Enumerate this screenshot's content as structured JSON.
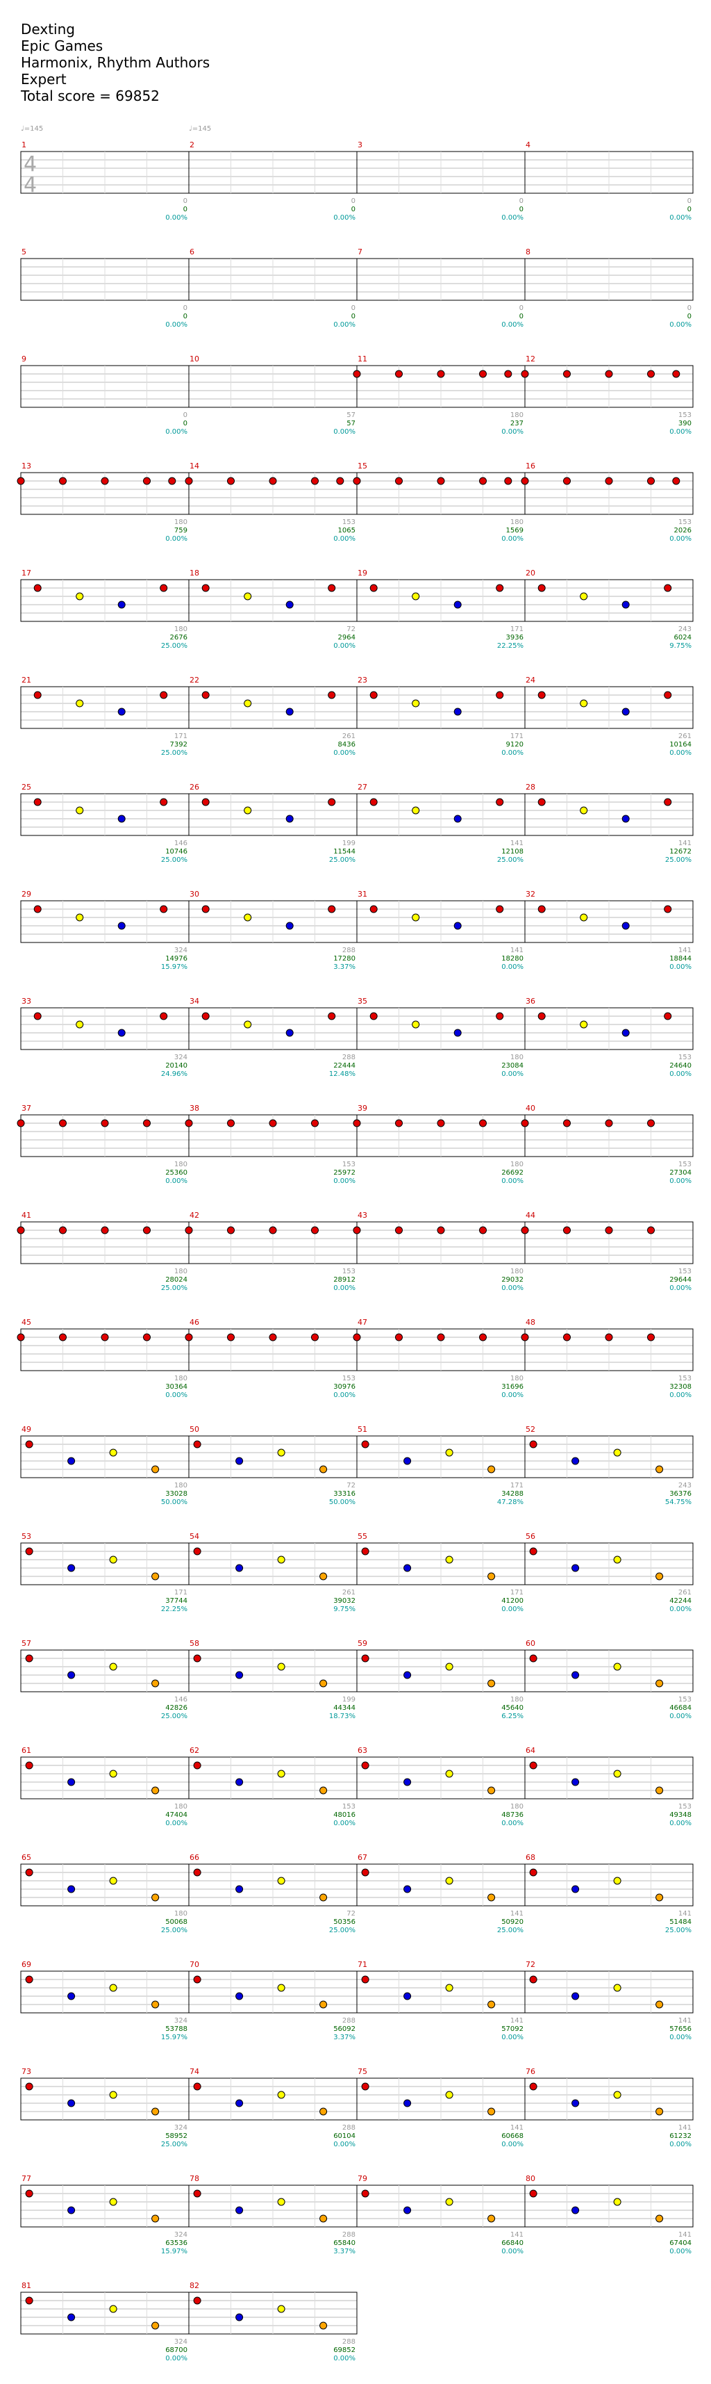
{
  "song": {
    "title": "Dexting",
    "artist": "Epic Games",
    "authors": "Harmonix, Rhythm Authors",
    "difficulty": "Expert",
    "total_score": "Total score = 69852"
  },
  "tempo_marks": [
    {
      "measure": 1,
      "label": "♩=145"
    },
    {
      "measure": 2,
      "label": "♩=145"
    }
  ],
  "time_signature": {
    "top": "4",
    "bottom": "4"
  },
  "colors": {
    "red": "#e00000",
    "yellow": "#ffff00",
    "blue": "#0000dd",
    "orange": "#ffa500",
    "green": "#22dd22",
    "measure_num": "#cc0000",
    "score_text": "#006600",
    "pct_text": "#009999",
    "small_text": "#999999",
    "overdrive": "#c8f5c0",
    "unison": "#c8c8ff"
  },
  "measures": [
    {
      "n": 1,
      "a": "0",
      "b": "0",
      "c": "0.00%"
    },
    {
      "n": 2,
      "a": "0",
      "b": "0",
      "c": "0.00%"
    },
    {
      "n": 3,
      "a": "0",
      "b": "0",
      "c": "0.00%"
    },
    {
      "n": 4,
      "a": "0",
      "b": "0",
      "c": "0.00%"
    },
    {
      "n": 5,
      "a": "0",
      "b": "0",
      "c": "0.00%"
    },
    {
      "n": 6,
      "a": "0",
      "b": "0",
      "c": "0.00%"
    },
    {
      "n": 7,
      "a": "0",
      "b": "0",
      "c": "0.00%"
    },
    {
      "n": 8,
      "a": "0",
      "b": "0",
      "c": "0.00%"
    },
    {
      "n": 9,
      "a": "0",
      "b": "0",
      "c": "0.00%"
    },
    {
      "n": 10,
      "a": "57",
      "b": "57",
      "c": "0.00%"
    },
    {
      "n": 11,
      "a": "180",
      "b": "237",
      "c": "0.00%"
    },
    {
      "n": 12,
      "a": "153",
      "b": "390",
      "c": "0.00%"
    },
    {
      "n": 13,
      "a": "180",
      "b": "759",
      "c": "0.00%"
    },
    {
      "n": 14,
      "a": "153",
      "b": "1065",
      "c": "0.00%"
    },
    {
      "n": 15,
      "a": "180",
      "b": "1569",
      "c": "0.00%"
    },
    {
      "n": 16,
      "a": "153",
      "b": "2026",
      "c": "0.00%"
    },
    {
      "n": 17,
      "a": "180",
      "b": "2676",
      "c": "25.00%"
    },
    {
      "n": 18,
      "a": "72",
      "b": "2964",
      "c": "0.00%"
    },
    {
      "n": 19,
      "a": "171",
      "b": "3936",
      "c": "22.25%"
    },
    {
      "n": 20,
      "a": "243",
      "b": "6024",
      "c": "9.75%"
    },
    {
      "n": 21,
      "a": "171",
      "b": "7392",
      "c": "25.00%"
    },
    {
      "n": 22,
      "a": "261",
      "b": "8436",
      "c": "0.00%"
    },
    {
      "n": 23,
      "a": "171",
      "b": "9120",
      "c": "0.00%"
    },
    {
      "n": 24,
      "a": "261",
      "b": "10164",
      "c": "0.00%"
    },
    {
      "n": 25,
      "a": "146",
      "b": "10746",
      "c": "25.00%"
    },
    {
      "n": 26,
      "a": "199",
      "b": "11544",
      "c": "25.00%"
    },
    {
      "n": 27,
      "a": "141",
      "b": "12108",
      "c": "25.00%"
    },
    {
      "n": 28,
      "a": "141",
      "b": "12672",
      "c": "25.00%"
    },
    {
      "n": 29,
      "a": "324",
      "b": "14976",
      "c": "15.97%"
    },
    {
      "n": 30,
      "a": "288",
      "b": "17280",
      "c": "3.37%"
    },
    {
      "n": 31,
      "a": "141",
      "b": "18280",
      "c": "0.00%"
    },
    {
      "n": 32,
      "a": "141",
      "b": "18844",
      "c": "0.00%"
    },
    {
      "n": 33,
      "a": "324",
      "b": "20140",
      "c": "24.96%"
    },
    {
      "n": 34,
      "a": "288",
      "b": "22444",
      "c": "12.48%"
    },
    {
      "n": 35,
      "a": "180",
      "b": "23084",
      "c": "0.00%"
    },
    {
      "n": 36,
      "a": "153",
      "b": "24640",
      "c": "0.00%"
    },
    {
      "n": 37,
      "a": "180",
      "b": "25360",
      "c": "0.00%"
    },
    {
      "n": 38,
      "a": "153",
      "b": "25972",
      "c": "0.00%"
    },
    {
      "n": 39,
      "a": "180",
      "b": "26692",
      "c": "0.00%"
    },
    {
      "n": 40,
      "a": "153",
      "b": "27304",
      "c": "0.00%"
    },
    {
      "n": 41,
      "a": "180",
      "b": "28024",
      "c": "25.00%"
    },
    {
      "n": 42,
      "a": "153",
      "b": "28912",
      "c": "0.00%"
    },
    {
      "n": 43,
      "a": "180",
      "b": "29032",
      "c": "0.00%"
    },
    {
      "n": 44,
      "a": "153",
      "b": "29644",
      "c": "0.00%"
    },
    {
      "n": 45,
      "a": "180",
      "b": "30364",
      "c": "0.00%"
    },
    {
      "n": 46,
      "a": "153",
      "b": "30976",
      "c": "0.00%"
    },
    {
      "n": 47,
      "a": "180",
      "b": "31696",
      "c": "0.00%"
    },
    {
      "n": 48,
      "a": "153",
      "b": "32308",
      "c": "0.00%"
    },
    {
      "n": 49,
      "a": "180",
      "b": "33028",
      "c": "50.00%"
    },
    {
      "n": 50,
      "a": "72",
      "b": "33316",
      "c": "50.00%"
    },
    {
      "n": 51,
      "a": "171",
      "b": "34288",
      "c": "47.28%"
    },
    {
      "n": 52,
      "a": "243",
      "b": "36376",
      "c": "54.75%"
    },
    {
      "n": 53,
      "a": "171",
      "b": "37744",
      "c": "22.25%"
    },
    {
      "n": 54,
      "a": "261",
      "b": "39032",
      "c": "9.75%"
    },
    {
      "n": 55,
      "a": "171",
      "b": "41200",
      "c": "0.00%"
    },
    {
      "n": 56,
      "a": "261",
      "b": "42244",
      "c": "0.00%"
    },
    {
      "n": 57,
      "a": "146",
      "b": "42826",
      "c": "25.00%"
    },
    {
      "n": 58,
      "a": "199",
      "b": "44344",
      "c": "18.73%"
    },
    {
      "n": 59,
      "a": "180",
      "b": "45640",
      "c": "6.25%"
    },
    {
      "n": 60,
      "a": "153",
      "b": "46684",
      "c": "0.00%"
    },
    {
      "n": 61,
      "a": "180",
      "b": "47404",
      "c": "0.00%"
    },
    {
      "n": 62,
      "a": "153",
      "b": "48016",
      "c": "0.00%"
    },
    {
      "n": 63,
      "a": "180",
      "b": "48736",
      "c": "0.00%"
    },
    {
      "n": 64,
      "a": "153",
      "b": "49348",
      "c": "0.00%"
    },
    {
      "n": 65,
      "a": "180",
      "b": "50068",
      "c": "25.00%"
    },
    {
      "n": 66,
      "a": "72",
      "b": "50356",
      "c": "25.00%"
    },
    {
      "n": 67,
      "a": "141",
      "b": "50920",
      "c": "25.00%"
    },
    {
      "n": 68,
      "a": "141",
      "b": "51484",
      "c": "25.00%"
    },
    {
      "n": 69,
      "a": "324",
      "b": "53788",
      "c": "15.97%"
    },
    {
      "n": 70,
      "a": "288",
      "b": "56092",
      "c": "3.37%"
    },
    {
      "n": 71,
      "a": "141",
      "b": "57092",
      "c": "0.00%"
    },
    {
      "n": 72,
      "a": "141",
      "b": "57656",
      "c": "0.00%"
    },
    {
      "n": 73,
      "a": "324",
      "b": "58952",
      "c": "25.00%"
    },
    {
      "n": 74,
      "a": "288",
      "b": "60104",
      "c": "0.00%"
    },
    {
      "n": 75,
      "a": "141",
      "b": "60668",
      "c": "0.00%"
    },
    {
      "n": 76,
      "a": "141",
      "b": "61232",
      "c": "0.00%"
    },
    {
      "n": 77,
      "a": "324",
      "b": "63536",
      "c": "15.97%"
    },
    {
      "n": 78,
      "a": "288",
      "b": "65840",
      "c": "3.37%"
    },
    {
      "n": 79,
      "a": "141",
      "b": "66840",
      "c": "0.00%"
    },
    {
      "n": 80,
      "a": "141",
      "b": "67404",
      "c": "0.00%"
    },
    {
      "n": 81,
      "a": "324",
      "b": "68700",
      "c": "0.00%"
    },
    {
      "n": 82,
      "a": "288",
      "b": "69852",
      "c": "0.00%"
    }
  ]
}
